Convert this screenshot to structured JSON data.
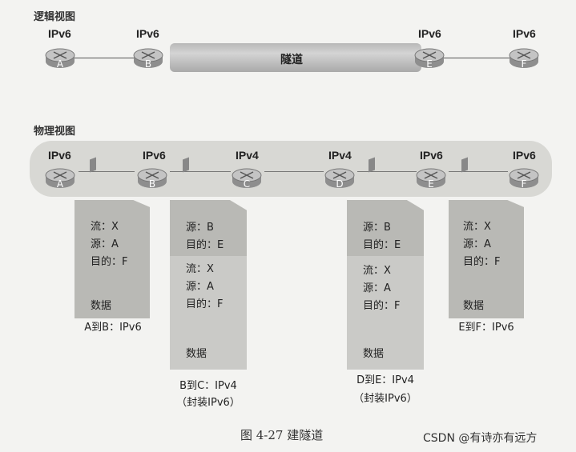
{
  "logical": {
    "title": "逻辑视图",
    "tunnel_label": "隧道",
    "routers": [
      {
        "id": "A",
        "protocol": "IPv6"
      },
      {
        "id": "B",
        "protocol": "IPv6"
      },
      {
        "id": "E",
        "protocol": "IPv6"
      },
      {
        "id": "F",
        "protocol": "IPv6"
      }
    ]
  },
  "physical": {
    "title": "物理视图",
    "routers": [
      {
        "id": "A",
        "protocol": "IPv6"
      },
      {
        "id": "B",
        "protocol": "IPv6"
      },
      {
        "id": "C",
        "protocol": "IPv4"
      },
      {
        "id": "D",
        "protocol": "IPv4"
      },
      {
        "id": "E",
        "protocol": "IPv6"
      },
      {
        "id": "F",
        "protocol": "IPv6"
      }
    ]
  },
  "packets": [
    {
      "lines": [
        "流：X",
        "源：A",
        "目的：F"
      ],
      "data": "数据",
      "caption": "A到B：IPv6",
      "caption2": ""
    },
    {
      "outer": [
        "源：B",
        "目的：E"
      ],
      "lines": [
        "流：X",
        "源：A",
        "目的：F"
      ],
      "data": "数据",
      "caption": "B到C：IPv4",
      "caption2": "（封装IPv6）"
    },
    {
      "outer": [
        "源：B",
        "目的：E"
      ],
      "lines": [
        "流：X",
        "源：A",
        "目的：F"
      ],
      "data": "数据",
      "caption": "D到E：IPv4",
      "caption2": "（封装IPv6）"
    },
    {
      "lines": [
        "流：X",
        "源：A",
        "目的：F"
      ],
      "data": "数据",
      "caption": "E到F：IPv6",
      "caption2": ""
    }
  ],
  "figure_caption": "图 4-27    建隧道",
  "watermark": "CSDN @有诗亦有远方"
}
